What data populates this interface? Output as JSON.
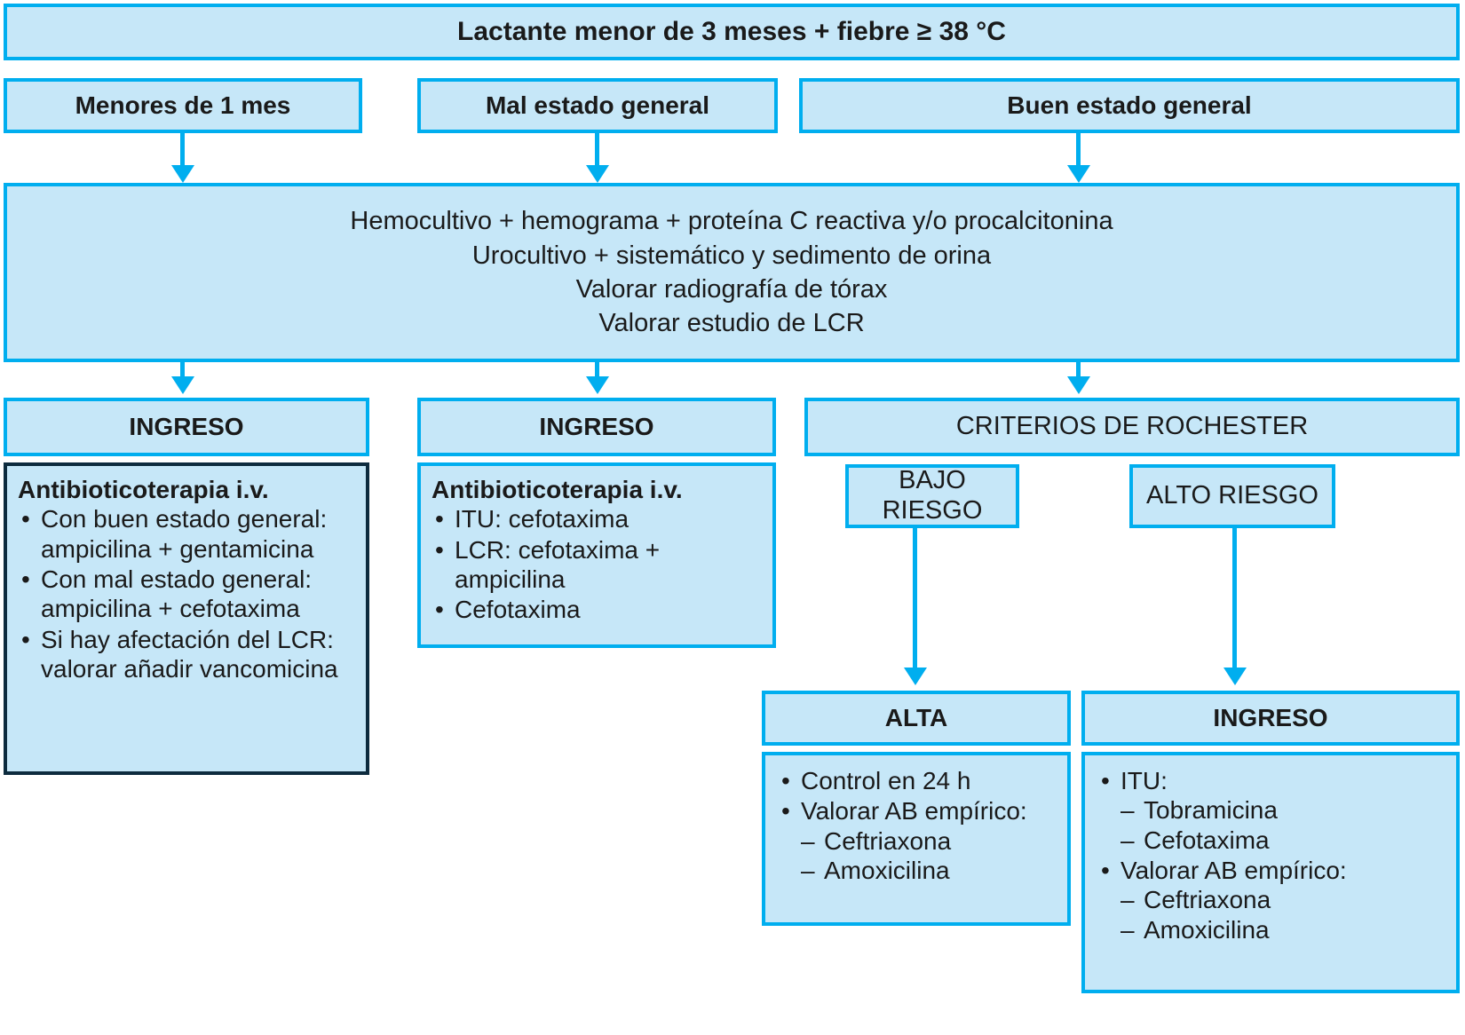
{
  "colors": {
    "box_fill": "#c6e7f8",
    "box_border": "#00aeef",
    "box_border_dark": "#0d2b3e",
    "text": "#1a1a1a"
  },
  "flow": {
    "title": "Lactante menor de 3 meses + fiebre ≥ 38 °C",
    "branch_under1month": "Menores de 1 mes",
    "branch_poor_state": "Mal estado general",
    "branch_good_state": "Buen estado general",
    "workup": {
      "line1": "Hemocultivo + hemograma + proteína C reactiva y/o procalcitonina",
      "line2": "Urocultivo + sistemático y sedimento de orina",
      "line3": "Valorar radiografía de tórax",
      "line4": "Valorar estudio de LCR"
    },
    "admit_left_label": "INGRESO",
    "admit_mid_label": "INGRESO",
    "rochester_label": "CRITERIOS DE ROCHESTER",
    "low_risk_label": "BAJO RIESGO",
    "high_risk_label": "ALTO RIESGO",
    "discharge_label": "ALTA",
    "admit_right_label": "INGRESO",
    "treat_left": {
      "heading": "Antibioticoterapia i.v.",
      "items": [
        "Con buen estado general: ampicilina + gentamicina",
        "Con mal estado general: ampicilina + cefotaxima",
        "Si hay afectación del LCR: valorar añadir vancomicina"
      ]
    },
    "treat_mid": {
      "heading": "Antibioticoterapia i.v.",
      "items": [
        "ITU: cefotaxima",
        "LCR: cefotaxima + ampicilina",
        "Cefotaxima"
      ]
    },
    "discharge_plan": {
      "item1": "Control en 24 h",
      "item2": "Valorar AB empírico:",
      "item2_sub": [
        "Ceftriaxona",
        "Amoxicilina"
      ]
    },
    "admit_right_plan": {
      "item1": "ITU:",
      "item1_sub": [
        "Tobramicina",
        "Cefotaxima"
      ],
      "item2": "Valorar AB empírico:",
      "item2_sub": [
        "Ceftriaxona",
        "Amoxicilina"
      ]
    }
  }
}
